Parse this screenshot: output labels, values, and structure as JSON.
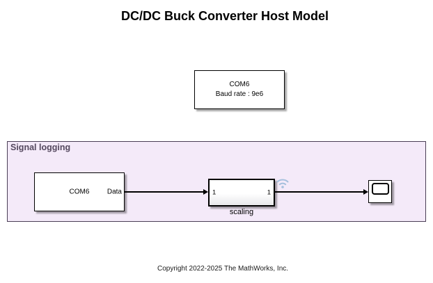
{
  "title": "DC/DC Buck Converter Host Model",
  "copyright": "Copyright 2022-2025 The MathWorks, Inc.",
  "host_block": {
    "name": "COM6",
    "baud": "Baud rate : 9e6"
  },
  "signal_logging_area": {
    "label": "Signal logging"
  },
  "serial_receive_block": {
    "label": "COM6",
    "out_port_label": "Data"
  },
  "scaling_block": {
    "in_port": "1",
    "out_port": "1",
    "label": "scaling"
  },
  "icons": {
    "logging_badge": "wifi-icon",
    "scope_screen": "scope-screen-icon"
  },
  "colors": {
    "area_fill": "#f4eaf9",
    "area_border": "#4a3e55",
    "area_label_text": "#55495f",
    "wifi_badge": "#a6c0dd",
    "shadow": "rgba(0,0,0,0.35)"
  }
}
